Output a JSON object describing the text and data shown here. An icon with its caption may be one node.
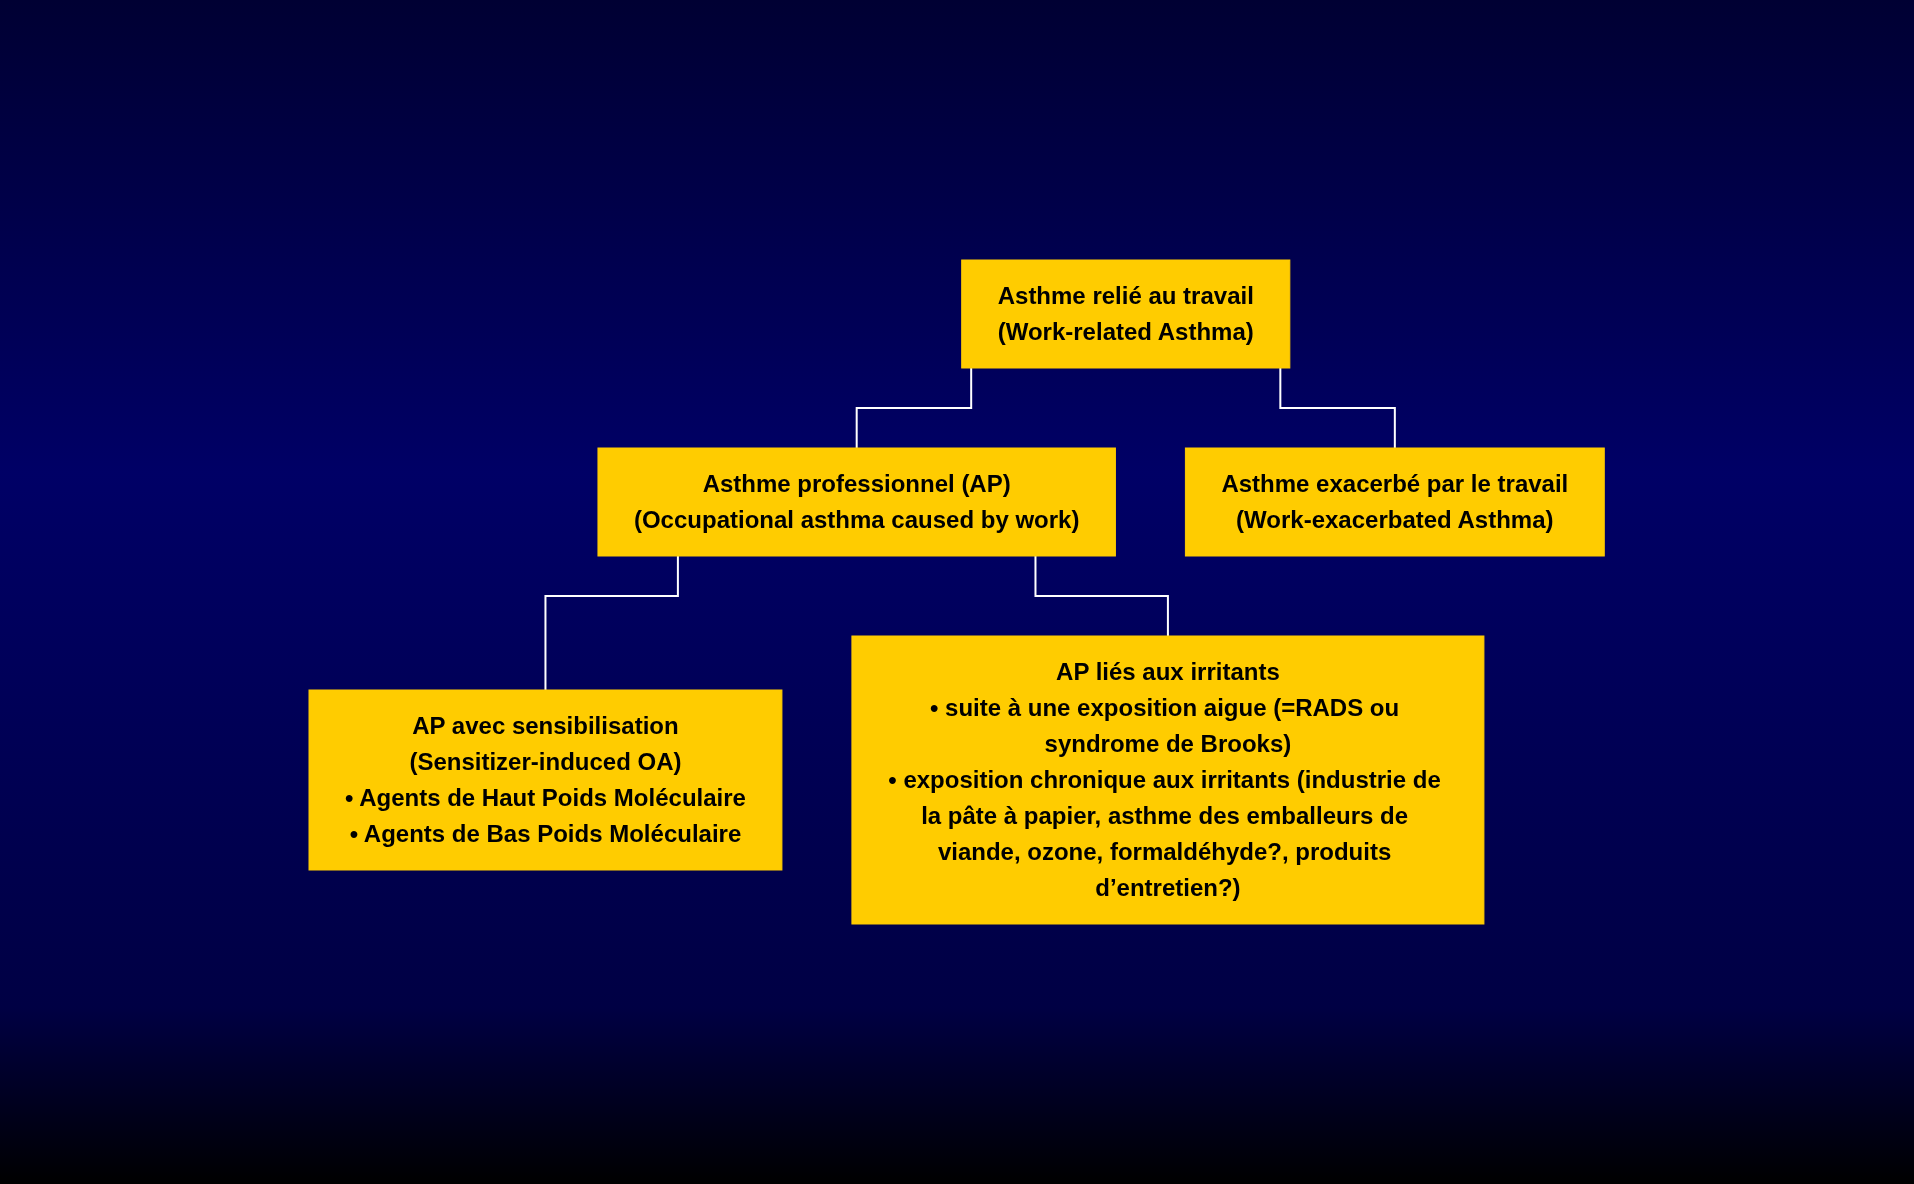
{
  "diagram": {
    "nodes": [
      {
        "text": [
          "Asthme relié au travail",
          "(Work-related Asthma)"
        ]
      },
      {
        "text": [
          "Asthme professionnel (AP)",
          "(Occupational asthma caused by work)"
        ]
      },
      {
        "text": [
          "Asthme exacerbé par le travail",
          "(Work-exacerbated Asthma)"
        ]
      },
      {
        "text": [
          "AP avec sensibilisation",
          "(Sensitizer-induced OA)",
          "• Agents de Haut Poids Moléculaire",
          "• Agents de Bas Poids Moléculaire"
        ]
      },
      {
        "text": [
          "AP liés aux irritants",
          "• suite à une exposition aigue (=RADS ou syndrome de Brooks)",
          "• exposition chronique aux irritants (industrie de la pâte à papier, asthme des emballeurs de viande, ozone, formaldéhyde?, produits d’entretien?)"
        ]
      }
    ],
    "edges": [
      {
        "from": 0,
        "to": 1,
        "arrow": "none"
      },
      {
        "from": 0,
        "to": 2,
        "arrow": "none"
      },
      {
        "from": 1,
        "to": 3,
        "arrow": "none"
      },
      {
        "from": 1,
        "to": 4,
        "arrow": "none"
      }
    ]
  }
}
